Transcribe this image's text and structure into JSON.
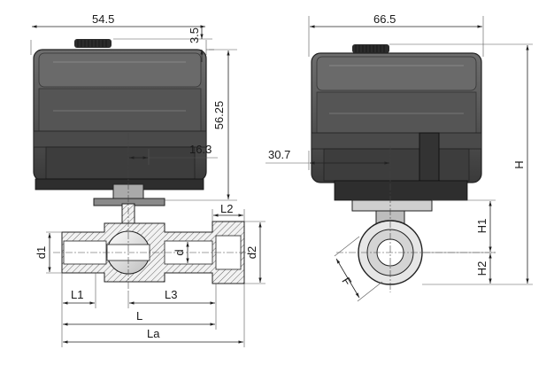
{
  "drawing": {
    "colors": {
      "housing": "#5b5b5b",
      "housing_dark": "#2f2f2f",
      "housing_light": "#8a8a8a",
      "line": "#222222",
      "body_metal": "#e6e6e6",
      "background": "#ffffff"
    },
    "front_view": {
      "dims": {
        "width_top": "54.5",
        "knob_height": "3.5",
        "height": "56.25",
        "offset": "16.3",
        "d1": "d1",
        "d": "d",
        "d2": "d2",
        "l1": "L1",
        "l2": "L2",
        "l3": "L3",
        "l": "L",
        "la": "La"
      }
    },
    "side_view": {
      "dims": {
        "width_top": "66.5",
        "offset": "30.7",
        "h": "H",
        "h1": "H1",
        "h2": "H2",
        "f": "F"
      }
    }
  }
}
